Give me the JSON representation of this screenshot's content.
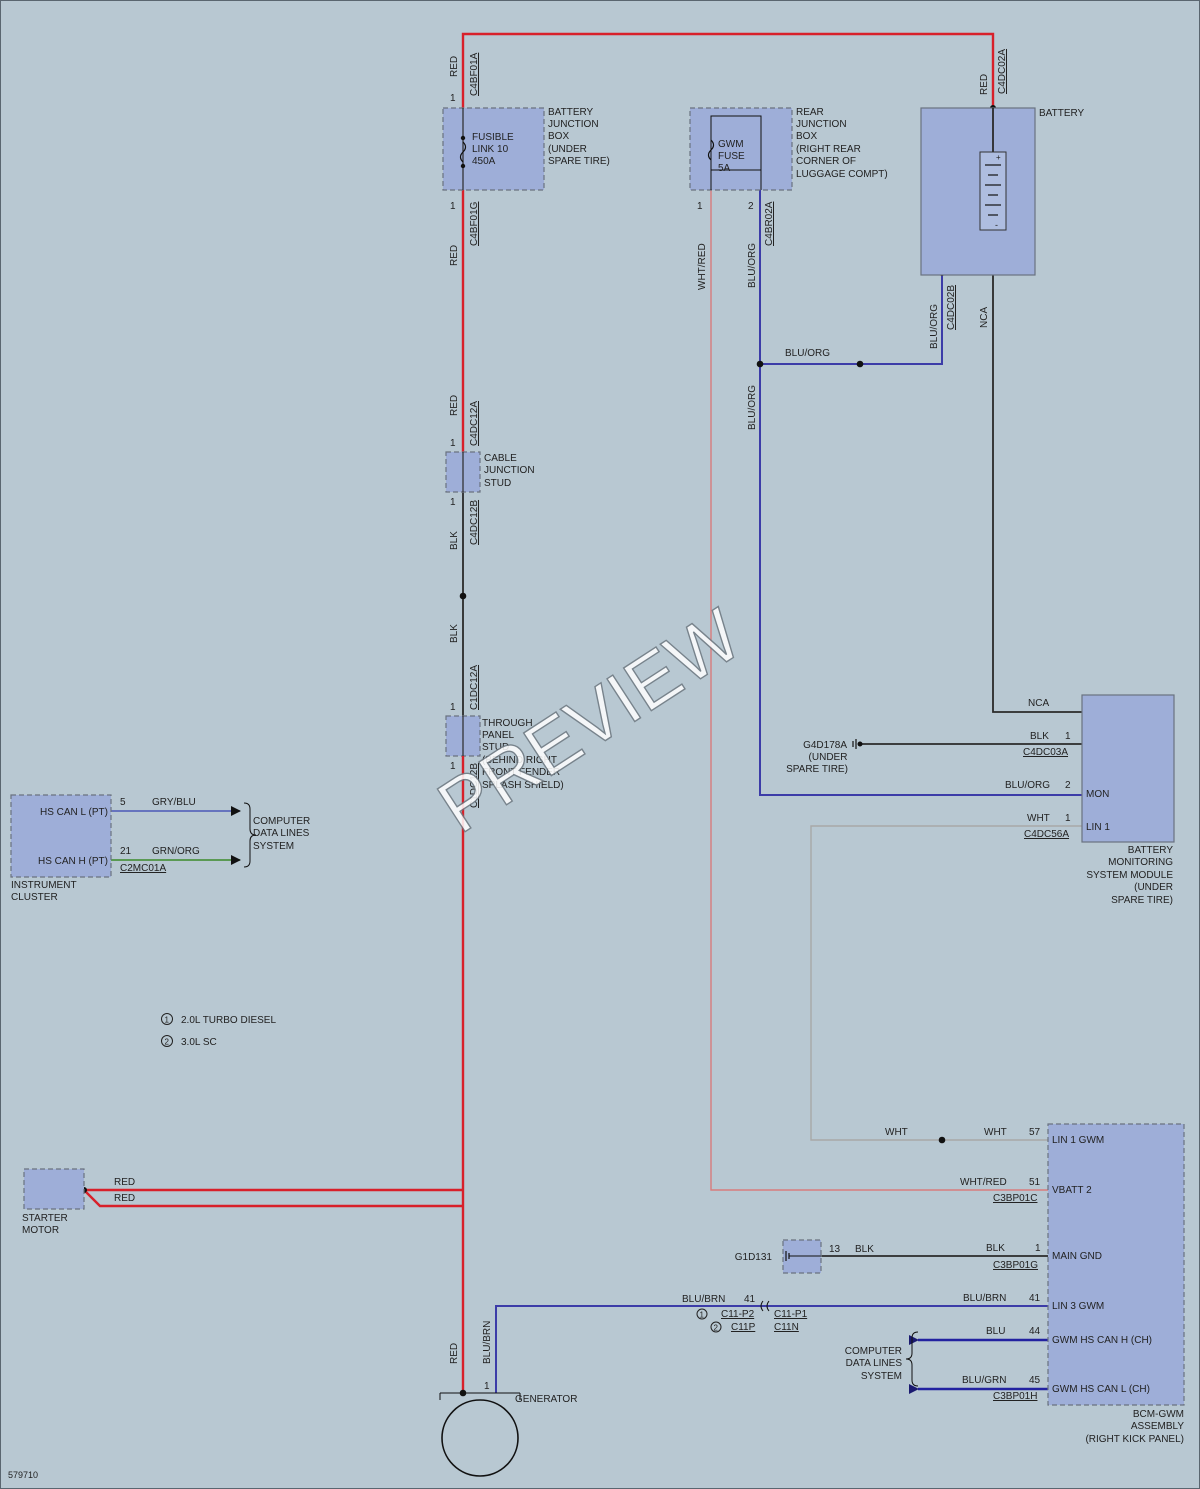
{
  "watermark": "PREVIEW",
  "figure_number": "579710",
  "notes": [
    {
      "marker": "1",
      "text": "2.0L TURBO DIESEL"
    },
    {
      "marker": "2",
      "text": "3.0L SC"
    }
  ],
  "components": {
    "battery_junction_box": {
      "lines": [
        "BATTERY",
        "JUNCTION",
        "BOX",
        "(UNDER",
        "SPARE TIRE)"
      ],
      "fuse": [
        "FUSIBLE",
        "LINK 10",
        "450A"
      ]
    },
    "rear_junction_box": {
      "lines": [
        "REAR",
        "JUNCTION",
        "BOX",
        "(RIGHT REAR",
        "CORNER OF",
        "LUGGAGE COMPT)"
      ],
      "fuse": [
        "GWM",
        "FUSE",
        "5A"
      ]
    },
    "battery": {
      "label": "BATTERY",
      "pos": "+",
      "neg": "-"
    },
    "cable_junction_stud": {
      "lines": [
        "CABLE",
        "JUNCTION",
        "STUD"
      ]
    },
    "through_panel_stud": {
      "lines": [
        "THROUGH",
        "PANEL",
        "STUD",
        "(BEHIND RIGHT",
        "FRONT FENDER",
        "SPLASH SHIELD)"
      ]
    },
    "instrument_cluster": {
      "lines": [
        "INSTRUMENT",
        "CLUSTER"
      ],
      "pin_can_l": "HS CAN L (PT)",
      "pin_can_h": "HS CAN H (PT)"
    },
    "computer_data_lines_left": [
      "COMPUTER",
      "DATA LINES",
      "SYSTEM"
    ],
    "computer_data_lines_right": [
      "COMPUTER",
      "DATA LINES",
      "SYSTEM"
    ],
    "starter_motor": [
      "STARTER",
      "MOTOR"
    ],
    "generator": "GENERATOR",
    "bms_module": {
      "lines": [
        "BATTERY",
        "MONITORING",
        "SYSTEM MODULE",
        "(UNDER",
        "SPARE TIRE)"
      ],
      "mon": "MON",
      "lin1": "LIN 1"
    },
    "g4d178a": {
      "id": "G4D178A",
      "lines": [
        "(UNDER",
        "SPARE TIRE)"
      ]
    },
    "g1d131": "G1D131",
    "bcm_gwm": {
      "lines": [
        "BCM-GWM",
        "ASSEMBLY",
        "(RIGHT KICK PANEL)"
      ],
      "pins": [
        "LIN 1 GWM",
        "VBATT 2",
        "MAIN GND",
        "LIN 3 GWM",
        "GWM HS CAN H (CH)",
        "GWM HS CAN L (CH)"
      ]
    }
  },
  "connectors": {
    "c4bf01a": "C4BF01A",
    "c4bf01g": "C4BF01G",
    "c4dc02a": "C4DC02A",
    "c4dc02b": "C4DC02B",
    "c4br02a": "C4BR02A",
    "c4dc12a": "C4DC12A",
    "c4dc12b": "C4DC12B",
    "c1dc12a": "C1DC12A",
    "c1dc12b": "C1DC12B",
    "c2mc01a": "C2MC01A",
    "c4dc03a": "C4DC03A",
    "c4dc56a": "C4DC56A",
    "c3bp01c": "C3BP01C",
    "c3bp01g": "C3BP01G",
    "c3bp01h": "C3BP01H",
    "c11_p2": "C11-P2",
    "c11p": "C11P",
    "c11_p1": "C11-P1",
    "c11n": "C11N"
  },
  "wires": {
    "red": "RED",
    "blk": "BLK",
    "nca": "NCA",
    "wht": "WHT",
    "wht_red": "WHT/RED",
    "blu_org": "BLU/ORG",
    "blu_brn": "BLU/BRN",
    "blu": "BLU",
    "blu_grn": "BLU/GRN",
    "gry_blu": "GRY/BLU",
    "grn_org": "GRN/ORG"
  },
  "pins": {
    "p1": "1",
    "p2": "2",
    "p5": "5",
    "p13": "13",
    "p21": "21",
    "p41": "41",
    "p44": "44",
    "p45": "45",
    "p51": "51",
    "p57": "57"
  },
  "colors": {
    "red_wire": "#d8202a",
    "black_wire": "#2a2a2a",
    "blue_wire": "#3c3ca8",
    "gray_wire": "#a8a8a8",
    "salmon_wire": "#d87c7c",
    "green_wire": "#3a8a2a",
    "component_fill": "#9eaed8",
    "background": "#b8c8d2"
  }
}
